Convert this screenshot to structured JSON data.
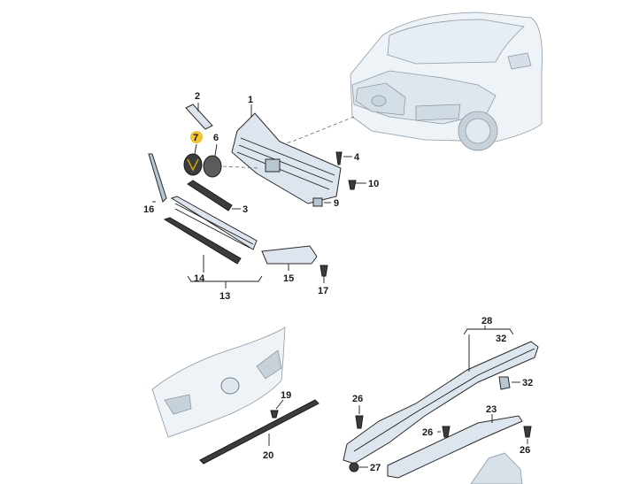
{
  "callouts": {
    "c1": "1",
    "c2": "2",
    "c3": "3",
    "c4": "4",
    "c6": "6",
    "c7": "7",
    "c9": "9",
    "c10": "10",
    "c13": "13",
    "c14": "14",
    "c15": "15",
    "c16": "16",
    "c17": "17",
    "c19": "19",
    "c20": "20",
    "c23": "23",
    "c26a": "26",
    "c26b": "26",
    "c26c": "26",
    "c27": "27",
    "c28": "28",
    "c32a": "32",
    "c32b": "32"
  },
  "highlight_color": "#f2c230"
}
